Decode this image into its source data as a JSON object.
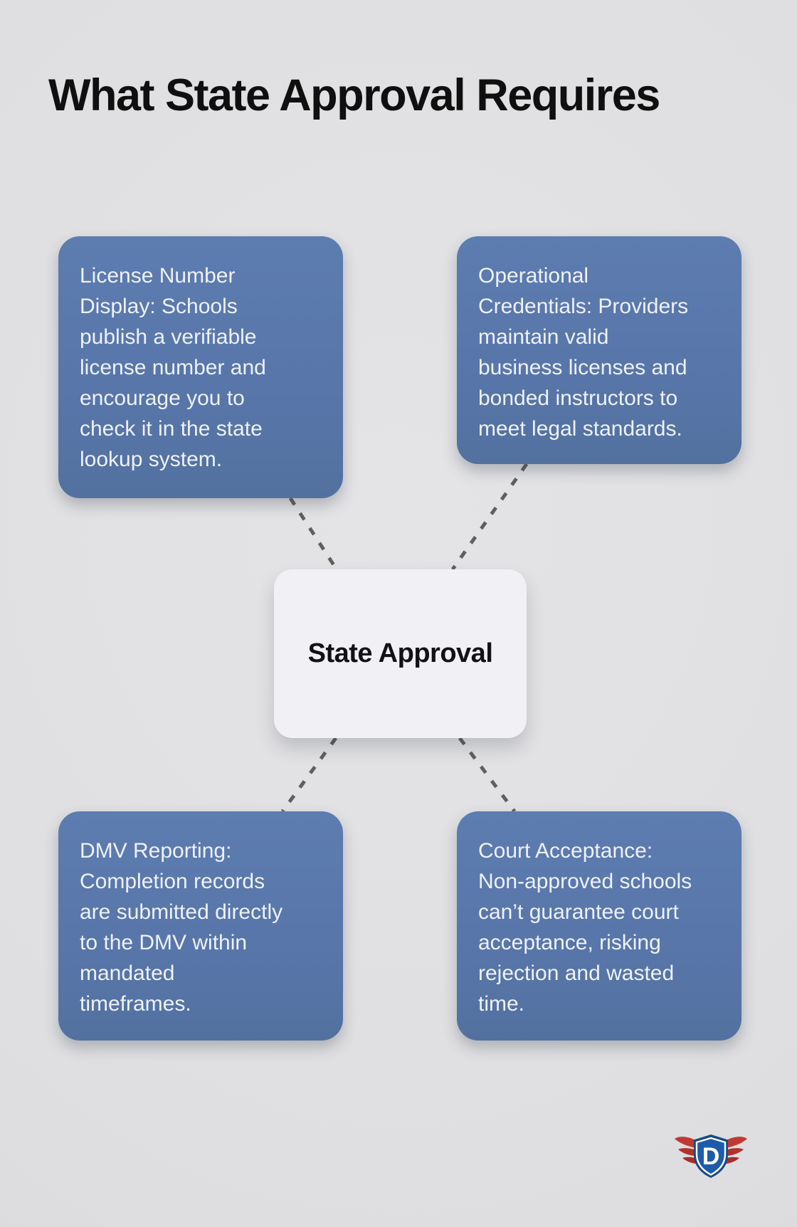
{
  "page": {
    "title": "What State Approval Requires",
    "background_color": "#dfdfe1",
    "title_color": "#0f0f10"
  },
  "diagram": {
    "center_node": {
      "label": "State Approval",
      "bg_color": "#f1f0f4",
      "text_color": "#121214"
    },
    "card_color": "#5876aa",
    "card_text_color": "#eef1f7",
    "connector_color": "#5f5f60",
    "cards": [
      {
        "id": "license-number-display",
        "position": "top-left",
        "text": "License Number\nDisplay: Schools\npublish a verifiable\nlicense number and\nencourage you to\ncheck it in the state\nlookup system."
      },
      {
        "id": "operational-credentials",
        "position": "top-right",
        "text": "Operational\nCredentials: Providers\nmaintain valid\nbusiness licenses and\nbonded instructors to\nmeet legal standards."
      },
      {
        "id": "dmv-reporting",
        "position": "bottom-left",
        "text": "DMV Reporting:\nCompletion records\nare submitted directly\nto the DMV within\nmandated\ntimeframes."
      },
      {
        "id": "court-acceptance",
        "position": "bottom-right",
        "text": "Court Acceptance:\nNon-approved schools\ncan’t guarantee court\nacceptance, risking\nrejection and wasted\ntime."
      }
    ],
    "logo": {
      "letter": "D",
      "shield_color": "#1d5caa",
      "shield_border_color": "#164a86",
      "wing_color": "#b63530",
      "letter_color": "#ffffff"
    }
  }
}
